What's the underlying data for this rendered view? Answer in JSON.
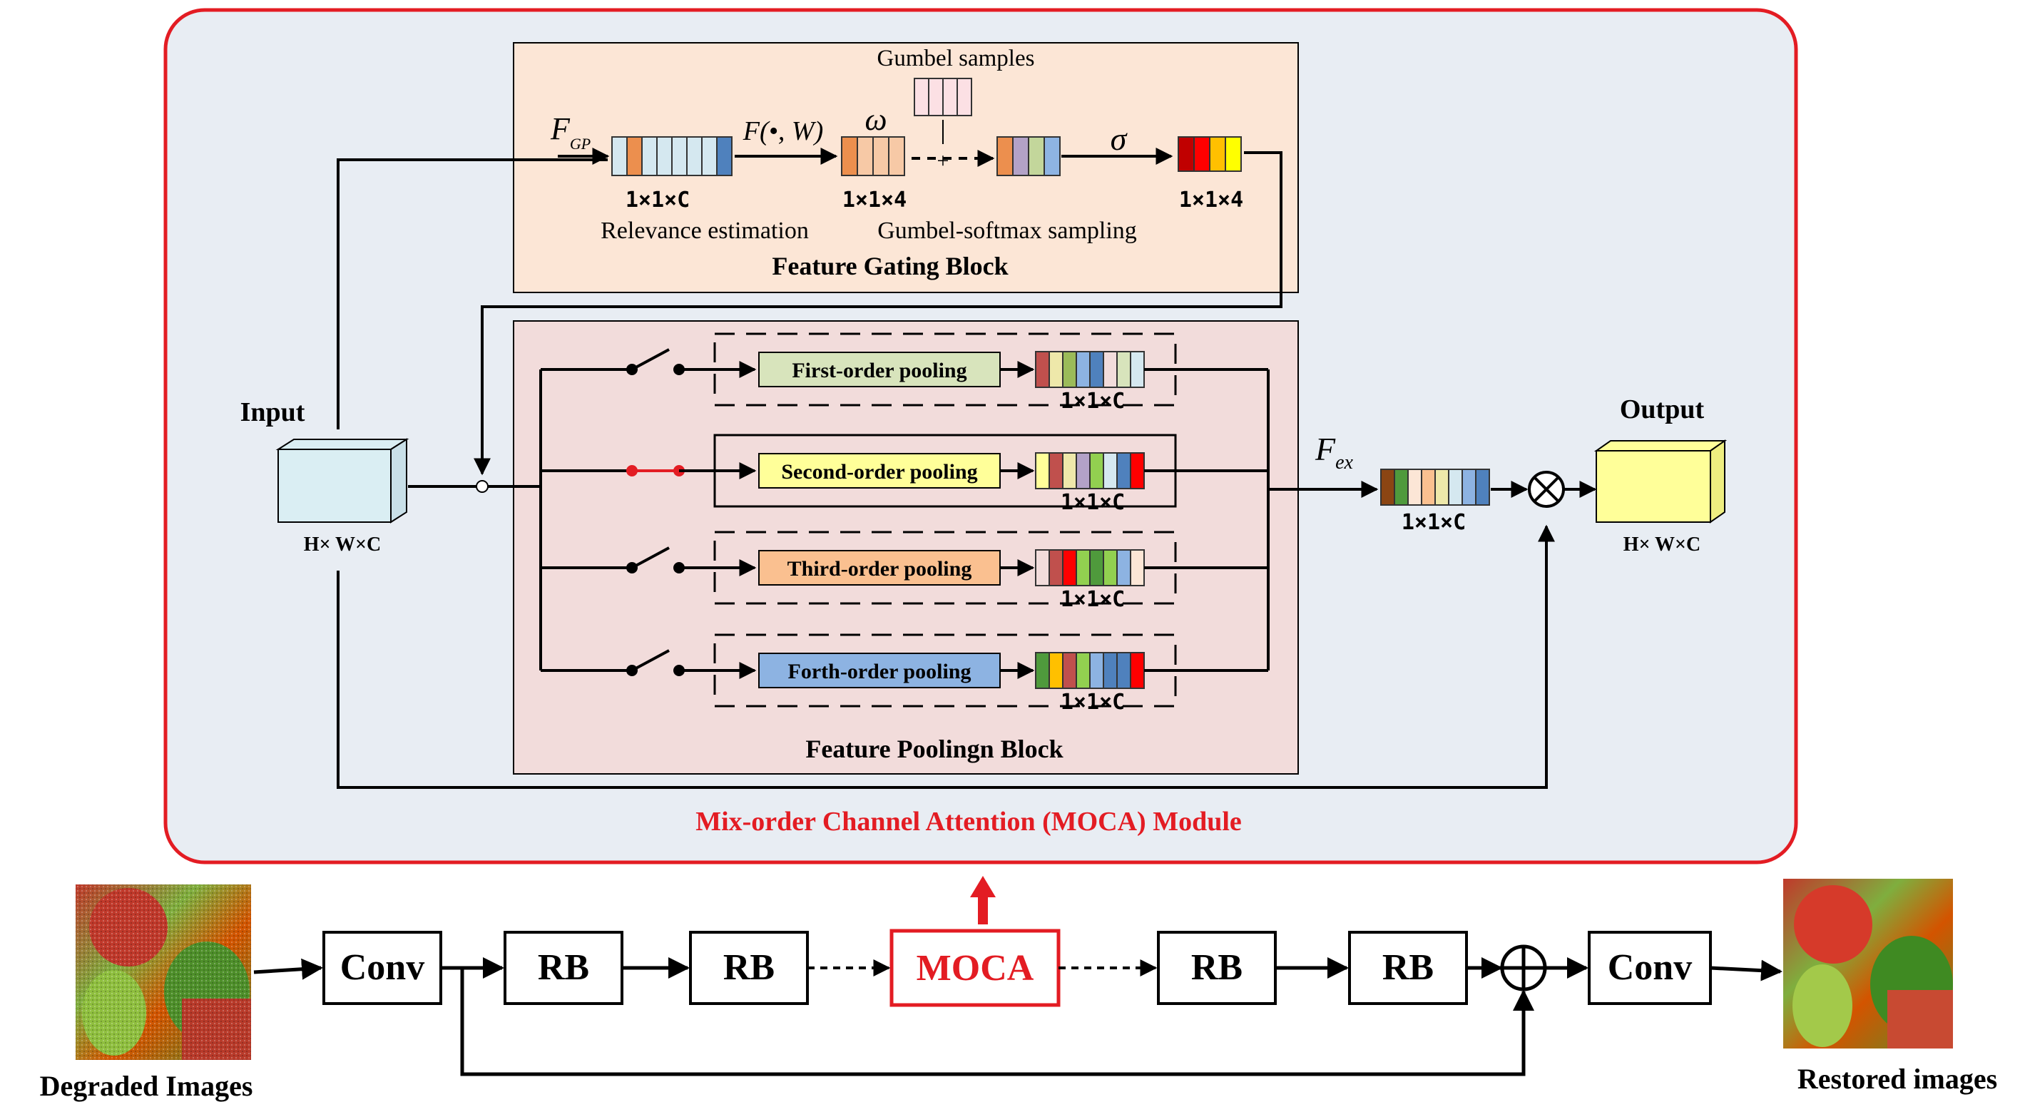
{
  "module": {
    "title": "Mix-order Channel Attention (MOCA) Module",
    "border_color": "#e31c23",
    "bg_color": "#e8edf3"
  },
  "gating_block": {
    "title": "Feature Gating  Block",
    "bg_color": "#fce6d6",
    "gumbel_samples_label": "Gumbel samples",
    "fgp_label": "F",
    "fgp_sub": "GP",
    "func_label": "F(•, W)",
    "omega_label": "ω",
    "sigma_label": "σ",
    "plus_label": "+",
    "relevance_label": "Relevance estimation",
    "gumbel_softmax_label": "Gumbel-softmax sampling",
    "dim_c": "1×1×C",
    "dim_4a": "1×1×4",
    "dim_4b": "1×1×4",
    "vec_relevance_colors": [
      "#d5e8f0",
      "#ec8f4e",
      "#d5e8f0",
      "#d5e8f0",
      "#d5e8f0",
      "#d5e8f0",
      "#d5e8f0",
      "#4f81bd"
    ],
    "vec_omega_colors": [
      "#ec8f4e",
      "#f7c9a6",
      "#f7c9a6",
      "#f7c9a6"
    ],
    "vec_gumbel_colors": [
      "#fce0e4",
      "#fce0e4",
      "#fce0e4",
      "#fce0e4"
    ],
    "vec_sampled_colors": [
      "#ec8f4e",
      "#b3a2c7",
      "#c3d69b",
      "#8eb4e3"
    ],
    "vec_sigma_colors": [
      "#c00000",
      "#ff0000",
      "#ffc000",
      "#ffff00"
    ]
  },
  "pooling_block": {
    "title": "Feature Poolingn Block",
    "bg_color": "#f2dcdb",
    "rows": [
      {
        "label": "First-order pooling",
        "color": "#d8e4bc",
        "dim": "1×1×C",
        "switch": "open",
        "active": false,
        "vec": [
          "#c0504d",
          "#eee8aa",
          "#9bbb59",
          "#8db3e2",
          "#4f81bd",
          "#f2dcdb",
          "#d8e4bc",
          "#d5e8f0"
        ]
      },
      {
        "label": "Second-order pooling",
        "color": "#ffff99",
        "dim": "1×1×C",
        "switch": "closed",
        "active": true,
        "vec": [
          "#ffff99",
          "#c0504d",
          "#eee8aa",
          "#b3a2c7",
          "#92d050",
          "#d5e8f0",
          "#4f81bd",
          "#ff0000"
        ]
      },
      {
        "label": "Third-order pooling",
        "color": "#fac090",
        "dim": "1×1×C",
        "switch": "open",
        "active": false,
        "vec": [
          "#f2dcdb",
          "#c0504d",
          "#ff0000",
          "#92d050",
          "#4f9a3c",
          "#92d050",
          "#8db3e2",
          "#fce6d6"
        ]
      },
      {
        "label": "Forth-order pooling",
        "color": "#8db3e2",
        "dim": "1×1×C",
        "switch": "open",
        "active": false,
        "vec": [
          "#4f9a3c",
          "#ffc000",
          "#c0504d",
          "#92d050",
          "#8db3e2",
          "#4f81bd",
          "#4f81bd",
          "#ff0000"
        ]
      }
    ]
  },
  "input": {
    "label": "Input",
    "dim": "H× W×C",
    "color": "#daeef3"
  },
  "output": {
    "label": "Output",
    "dim": "H× W×C",
    "color": "#ffff99"
  },
  "fex": {
    "label": "F",
    "sub": "ex",
    "dim": "1×1×C",
    "vec": [
      "#8b4513",
      "#4f9a3c",
      "#fce6d6",
      "#fac090",
      "#eee8aa",
      "#d5e8f0",
      "#8db3e2",
      "#4f81bd"
    ]
  },
  "pipeline": {
    "degraded_label": "Degraded Images",
    "restored_label": "Restored images",
    "blocks": [
      {
        "id": "conv1",
        "label": "Conv"
      },
      {
        "id": "rb1",
        "label": "RB"
      },
      {
        "id": "rb2",
        "label": "RB"
      },
      {
        "id": "moca",
        "label": "MOCA"
      },
      {
        "id": "rb3",
        "label": "RB"
      },
      {
        "id": "rb4",
        "label": "RB"
      },
      {
        "id": "conv2",
        "label": "Conv"
      }
    ]
  }
}
